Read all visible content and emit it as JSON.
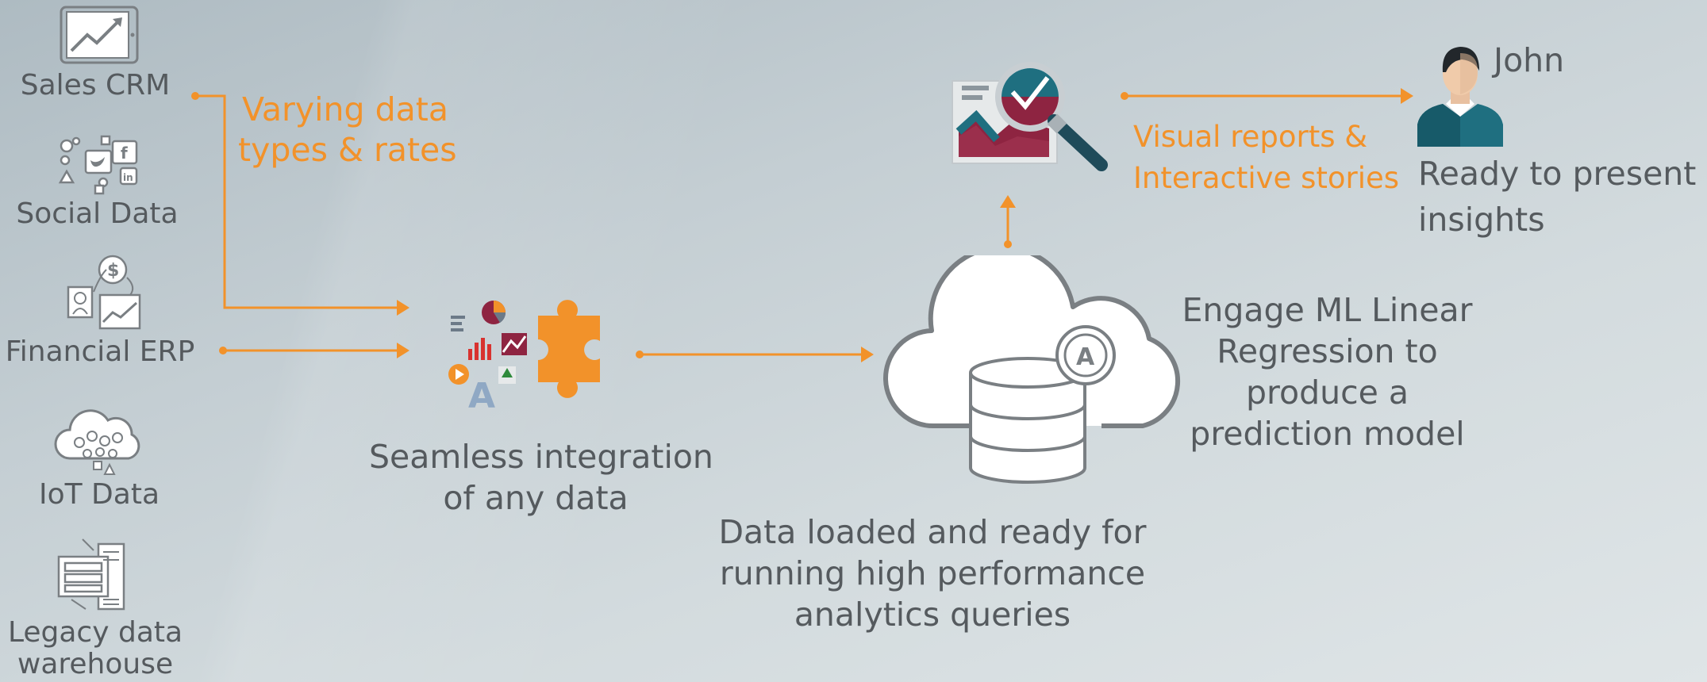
{
  "sources": {
    "sales_crm": "Sales CRM",
    "social_data": "Social Data",
    "financial_erp": "Financial ERP",
    "iot_data": "IoT Data",
    "legacy_line1": "Legacy data",
    "legacy_line2": "warehouse"
  },
  "annotations": {
    "varying_line1": "Varying data",
    "varying_line2": "types & rates",
    "visual_line1": "Visual reports &",
    "visual_line2": "Interactive stories"
  },
  "integration": {
    "line1": "Seamless integration",
    "line2": "of any data"
  },
  "loaded": {
    "line1": "Data loaded and ready for",
    "line2": "running high performance",
    "line3": "analytics queries"
  },
  "ml": {
    "line1": "Engage ML Linear",
    "line2": "Regression to",
    "line3": "produce a",
    "line4": "prediction model"
  },
  "user": {
    "name": "John",
    "line1": "Ready to present",
    "line2": "insights"
  },
  "colors": {
    "accent": "#f2922a",
    "text": "#555a5e",
    "icon_stroke": "#7a7f83",
    "maroon": "#8e2441",
    "teal": "#1f6f80"
  },
  "icons": [
    "tablet-chart-icon",
    "social-icon",
    "finance-icon",
    "iot-cloud-icon",
    "building-icon",
    "integration-puzzle-icon",
    "cloud-database-icon",
    "magnifier-report-icon",
    "user-avatar-icon"
  ]
}
